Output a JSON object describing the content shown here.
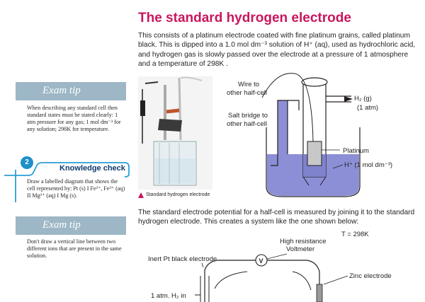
{
  "heading": "The standard hydrogen electrode",
  "intro": "This consists of a platinum electrode coated with fine platinum grains, called platinum black. This is dipped into a 1.0 mol dm⁻³ solution of H⁺ (aq), used as hydrochloric acid, and hydrogen gas is slowly passed over the electrode at a pressure of 1 atmosphere and a temperature of 298K .",
  "exam_tip_1": {
    "title": "Exam tip",
    "text": "When describing any standard cell then standard states must be stated clearly: 1 atm pressure for any gas; 1 mol dm⁻³ for any solution; 298K for temperature."
  },
  "knowledge_check": {
    "number": "2",
    "title": "Knowledge check",
    "text": "Draw a labelled diagram that shows the cell represented by: Pt (s) I Fe²⁺, Fe³⁺ (aq) II Mg²⁺ (aq) I Mg (s)."
  },
  "exam_tip_2": {
    "title": "Exam tip",
    "text": "Don't draw a vertical line between two different ions that are present in the same solution."
  },
  "photo_caption": "Standard hydrogen electrode",
  "diagram1": {
    "wire": "Wire to",
    "wire2": "other half-cell",
    "h2": "H₂ (g)",
    "h2_pressure": "(1 atm)",
    "salt": "Salt bridge to",
    "salt2": "other half-cell",
    "platinum": "Platinum",
    "hplus": "H⁺ (1 mol dm⁻³)"
  },
  "para2": "The standard electrode potential for a half-cell is measured by joining it to the standard hydrogen electrode. This creates a system like the one shown below:",
  "diagram2": {
    "temp": "T = 298K",
    "hr1": "High resistance",
    "hr2": "Voltmeter",
    "v": "V",
    "inert": "Inert Pt black electrode",
    "zinc": "Zinc electrode",
    "atm": "1 atm. H₂ in"
  },
  "colors": {
    "heading": "#c8175d",
    "tip_box": "#9db7c6",
    "solution": "#8c8fd6",
    "kc_border": "#2a9fd6"
  }
}
